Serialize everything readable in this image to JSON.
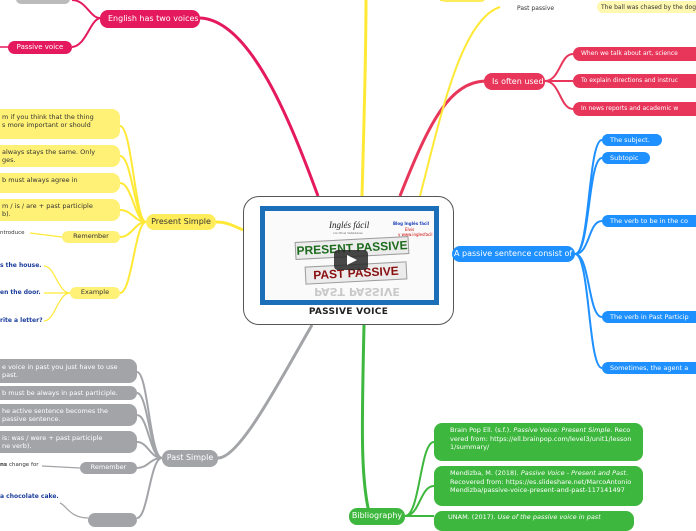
{
  "center": {
    "title": "PASSIVE VOICE",
    "video": {
      "brand": "Inglés fácil",
      "brand_sub": "con Elvis Valladares",
      "corner_line1": "Blog Inglés fácil",
      "corner_line2": "Elvis",
      "corner_line3": "y www.inglesfacil",
      "banner1": "PRESENT PASSIVE",
      "banner2": "PAST PASSIVE",
      "banner2_reflection": "PAST PASSIVE"
    }
  },
  "right": {
    "top_label": "Past passive",
    "top_sentence": "The ball was chased by the dog",
    "often_used": {
      "label": "Is often used",
      "items": [
        "When we talk about art, science",
        "To explain directions and instruc",
        "In news reports and academic w"
      ]
    },
    "consist": {
      "label": "A passive sentence consist of",
      "items": [
        "The subject.",
        "Subtopic",
        "The verb to be in the co",
        "The verb in Past Particip",
        "Sometimes, the agent a"
      ]
    },
    "bibliography": {
      "label": "Bibliography",
      "entries": [
        {
          "plain1": "Brain Pop Ell. (s.f.). ",
          "italic": "Passive Voice: Present Simple",
          "plain2": ". Recovered from: https://ell.brainpop.com/level3/unit1/lesson1/summary/"
        },
        {
          "plain1": "Mendizba, M. (2018). ",
          "italic": "Passive Voice - Present and Past",
          "plain2": ". Recovered from: https://es.slideshare.net/MarcoAntonioMendizba/passive-voice-present-and-past-117141497"
        },
        {
          "plain1": "UNAM. (2017). ",
          "italic": "Use of the passive voice in past",
          "plain2": ""
        }
      ]
    }
  },
  "left": {
    "two_voices": "English has two voices",
    "passive_voice": "Passive voice",
    "present_simple": {
      "label": "Present Simple",
      "items": [
        "m if you think that the thing\ns more important or should",
        "always stays the same. Only\nges.",
        "b must always agree in",
        "m / is / are + past participle\nb)."
      ],
      "remember_label": "Remember",
      "remember_text": "ntroduce",
      "example_label": "Example",
      "examples": [
        "s the house.",
        "en the door.",
        "rite a letter?"
      ]
    },
    "past_simple": {
      "label": "Past Simple",
      "items": [
        "e voice in past you just have to use\npast.",
        "b must be always in past participle.",
        "he active sentence becomes the\npassive sentence.",
        "is: was / were + past participle\nne verb)."
      ],
      "remember_label": "Remember",
      "remember_bold": "ns",
      "remember_text": " change for",
      "example_text": "a chocolate cake."
    }
  }
}
